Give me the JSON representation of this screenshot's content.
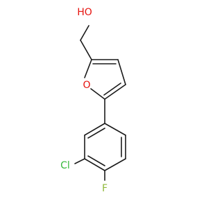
{
  "molecule": {
    "atoms": {
      "hydroxyl": {
        "label": "HO",
        "color": "#e6120e"
      },
      "furan_oxygen": {
        "label": "O",
        "color": "#e6120e"
      },
      "chlorine": {
        "label": "Cl",
        "color": "#36b83a"
      },
      "fluorine": {
        "label": "F",
        "color": "#8fb83a"
      }
    },
    "bond_color": "#1a1a1a"
  }
}
